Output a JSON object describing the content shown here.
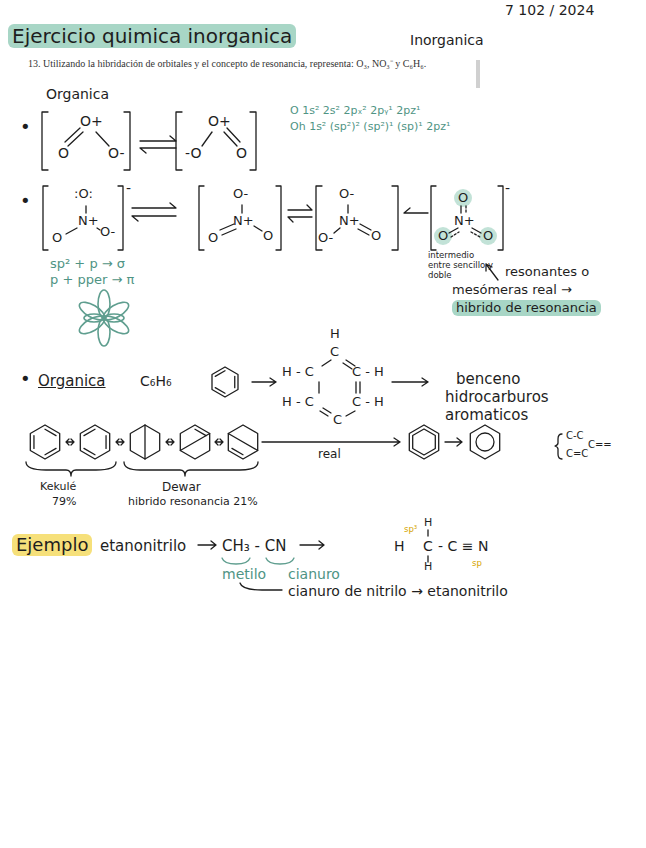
{
  "diagram": {
    "title": "Ejercicio quimica inorganica",
    "labels": [
      "7 102 / 2024",
      "Inorganica",
      "13. Utilizando la hibridación de orbitales y el concepto de resonancia, representa: O₃, NO₃⁻ y C₆H₆.",
      "Organica",
      "•",
      "O",
      "O+",
      "O-",
      "-O",
      "O+",
      "O",
      "O 1s² 2s² 2pₓ² 2pᵧ¹ 2pz¹",
      "Oh 1s² (sp²)² (sp²)¹ (sp)¹ 2pz¹",
      "•",
      ":O:",
      "N+",
      "O",
      "O-",
      "-",
      "O-",
      "O",
      "N+",
      "O",
      "O-",
      "O-",
      "N+",
      "O",
      "O",
      "N+",
      "O",
      "O",
      "-",
      "sp² + p → σ",
      "p + pper → π",
      "intermedio entre sencillo y doble",
      "resonantes o",
      "mesómeras real →",
      "hibrido de resonancia",
      "•",
      "Organica",
      "C₆H₆",
      "H",
      "C",
      "H - C",
      "C - H",
      "H - C",
      "C - H",
      "C",
      "benceno",
      "hidrocarburos aromaticos",
      "real",
      "C-C",
      "C=C",
      "C==",
      "Kekulé",
      "79%",
      "Dewar",
      "hibrido resonancia 21%",
      "Ejemplo",
      "etanonitrilo",
      "CH₃ - CN",
      "metilo",
      "cianuro",
      "cianuro de nitrilo → etanonitrilo",
      "H",
      "C",
      "- C ≡ N",
      "H",
      "H",
      "sp³",
      "sp"
    ]
  }
}
